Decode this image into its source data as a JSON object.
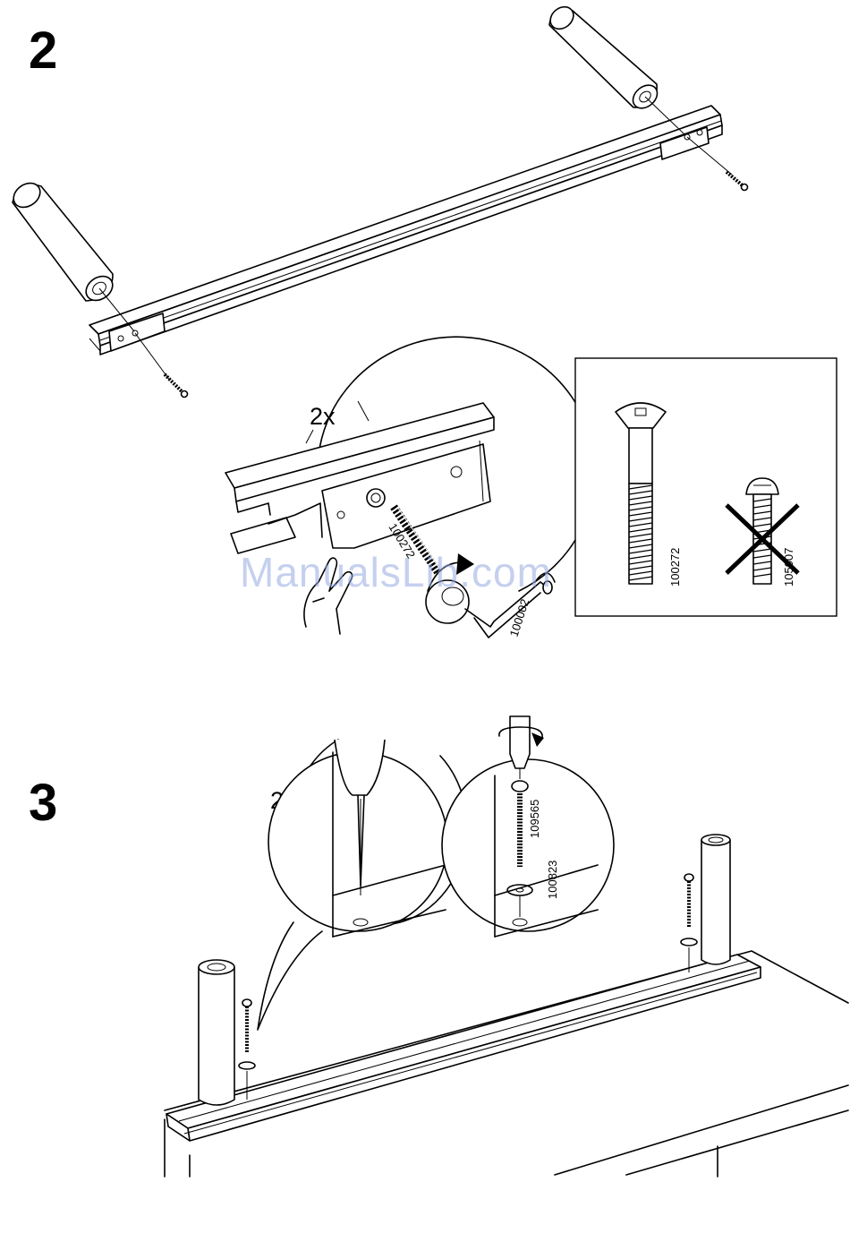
{
  "steps": [
    {
      "number": "2",
      "quantity": "2x"
    },
    {
      "number": "3",
      "quantity": "2x"
    }
  ],
  "parts": {
    "correct_screw": "100272",
    "wrong_screw": "105007",
    "allen_key": "100002",
    "screw_in_detail": "100272",
    "wood_screw": "109565",
    "washer": "100823"
  },
  "watermark": "ManualsLib.com",
  "colors": {
    "line": "#000000",
    "watermark": "#96aae1"
  }
}
